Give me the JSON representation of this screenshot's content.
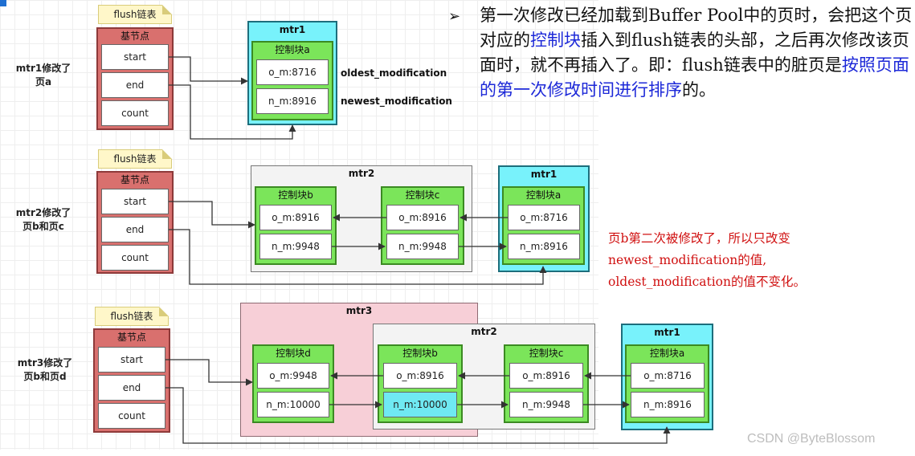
{
  "flush_tag": "flush链表",
  "base_title": "基节点",
  "base_fields": {
    "start": "start",
    "end": "end",
    "count": "count"
  },
  "block_titles": {
    "a": "控制块a",
    "b": "控制块b",
    "c": "控制块c",
    "d": "控制块d"
  },
  "mtr_names": {
    "mtr1": "mtr1",
    "mtr2": "mtr2",
    "mtr3": "mtr3"
  },
  "field_labels": {
    "oldest": "oldest_modification",
    "newest": "newest_modification"
  },
  "rows": [
    {
      "label_lines": [
        "mtr1修改了",
        "页a"
      ],
      "a": {
        "o": "o_m:8716",
        "n": "n_m:8916"
      }
    },
    {
      "label_lines": [
        "mtr2修改了",
        "页b和页c"
      ],
      "b": {
        "o": "o_m:8916",
        "n": "n_m:9948"
      },
      "c": {
        "o": "o_m:8916",
        "n": "n_m:9948"
      },
      "a": {
        "o": "o_m:8716",
        "n": "n_m:8916"
      }
    },
    {
      "label_lines": [
        "mtr3修改了",
        "页b和页d"
      ],
      "d": {
        "o": "o_m:9948",
        "n": "n_m:10000"
      },
      "b": {
        "o": "o_m:8916",
        "n": "n_m:10000"
      },
      "c": {
        "o": "o_m:8916",
        "n": "n_m:9948"
      },
      "a": {
        "o": "o_m:8716",
        "n": "n_m:8916"
      }
    }
  ],
  "description": {
    "bullet": "➢",
    "seg1": "第一次修改已经加载到Buffer Pool中的页时，会把这个页对应的",
    "seg2": "控制块",
    "seg3": "插入到flush链表的头部，之后再次修改该页面时，就不再插入了。即：flush链表中的脏页是",
    "seg4": "按照页面的第一次修改时间进行排序",
    "seg5": "的。"
  },
  "note_lines": [
    "页b第二次被修改了，所以只改变",
    "newest_modification的值,",
    "oldest_modification的值不变化。"
  ],
  "watermark": "CSDN @ByteBlossom",
  "colors": {
    "base": "#d9706e",
    "block": "#7be55a",
    "mtr1": "#78f2fb",
    "mtr3": "#f7cfd7",
    "mtr2": "#f3f3f3",
    "highlight": "#1c28d8",
    "note": "#d01010"
  }
}
